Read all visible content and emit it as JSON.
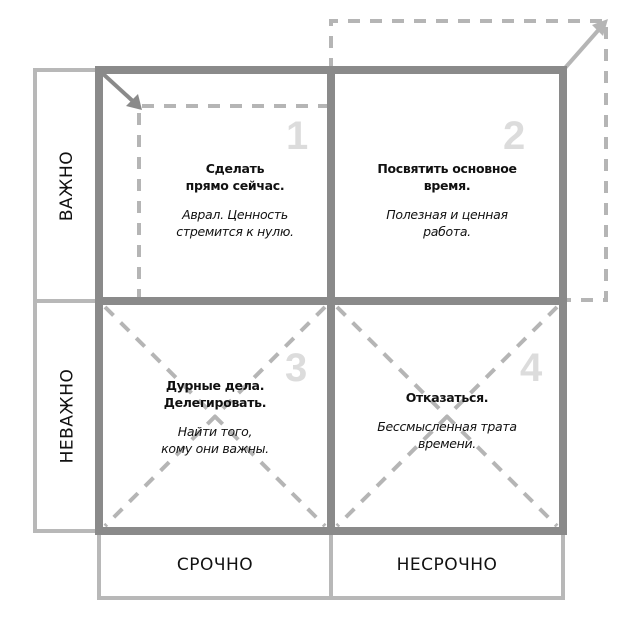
{
  "axes": {
    "row_labels": [
      "ВАЖНО",
      "НЕВАЖНО"
    ],
    "col_labels": [
      "СРОЧНО",
      "НЕСРОЧНО"
    ]
  },
  "quadrants": [
    {
      "number": "1",
      "title_lines": [
        "Сделать",
        "прямо сейчас."
      ],
      "desc_lines": [
        "Аврал. Ценность",
        "стремится к нулю."
      ]
    },
    {
      "number": "2",
      "title_lines": [
        "Посвятить основное",
        "время."
      ],
      "desc_lines": [
        "Полезная и ценная",
        "работа."
      ]
    },
    {
      "number": "3",
      "title_lines": [
        "Дурные дела.",
        "Делегировать."
      ],
      "desc_lines": [
        "Найти того,",
        "кому они важны."
      ]
    },
    {
      "number": "4",
      "title_lines": [
        "Отказаться."
      ],
      "desc_lines": [
        "Бессмысленная трата",
        "времени."
      ]
    }
  ],
  "colors": {
    "grid": "#8a8a8a",
    "light": "#b8b8b8",
    "number": "#dcdcdc"
  }
}
